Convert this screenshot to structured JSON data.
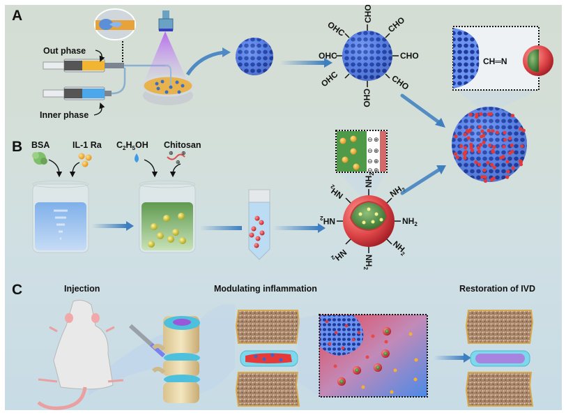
{
  "figure": {
    "sections": [
      {
        "id": "A",
        "label": "A"
      },
      {
        "id": "B",
        "label": "B"
      },
      {
        "id": "C",
        "label": "C"
      }
    ],
    "panel_a": {
      "out_phase": "Out phase",
      "inner_phase": "Inner phase",
      "aldehyde_group": "CHO",
      "aldehyde_group_mirrored": "OHC",
      "imine_bond": "CH═N"
    },
    "panel_b": {
      "reagents": [
        "BSA",
        "IL-1 Ra",
        "C2H5OH",
        "Chitosan"
      ],
      "ethanol": {
        "c": "C",
        "sub1": "2",
        "h": "H",
        "sub2": "5",
        "oh": "OH"
      },
      "amine_group": "NH2",
      "amine": {
        "nh": "NH",
        "sub": "2"
      },
      "charges": {
        "negative": "⊖",
        "positive": "⊕"
      }
    },
    "panel_c": {
      "captions": [
        "Injection",
        "Modulating inflammation",
        "Restoration of IVD"
      ]
    },
    "colors": {
      "microsphere_blue": "#3a63d0",
      "nanoparticle_red": "#e0484a",
      "core_green": "#4e8a44",
      "arrow_blue": "#3f7fc0",
      "uv_purple": "#b15cf0",
      "disc_cyan": "#5cc8e0",
      "nucleus_purple": "#a884e0",
      "inflamed_red": "#e63a3a"
    }
  }
}
